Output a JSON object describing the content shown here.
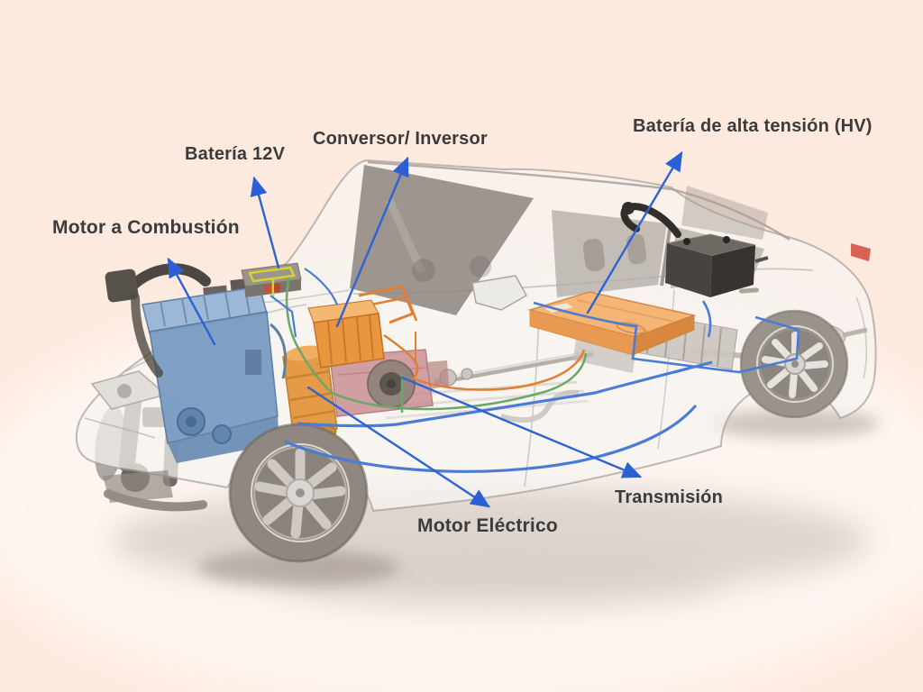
{
  "figure": {
    "type": "hybrid-vehicle-components-diagram",
    "labels": [
      {
        "id": "motor-combustion",
        "text": "Motor a Combustión"
      },
      {
        "id": "bateria-12v",
        "text": "Batería 12V"
      },
      {
        "id": "conversor-inversor",
        "text": "Conversor/ Inversor"
      },
      {
        "id": "bateria-alta-tension",
        "text": "Batería de alta tensión (HV)"
      },
      {
        "id": "transmision",
        "text": "Transmisión"
      },
      {
        "id": "motor-electrico",
        "text": "Motor Eléctrico"
      }
    ],
    "colors": {
      "background": "#fdeadf",
      "arrow": "#2e63d4",
      "label_text": "#3b3b3b",
      "engine_blue": "#7b9cc4",
      "converter_orange": "#e8973f",
      "electric_motor_orange": "#e59a45",
      "transmission_pink": "#c98b90",
      "hv_battery_orange": "#f5b577",
      "rear_battery_dark": "#474340",
      "battery_12v_yellow": "#d8d22e",
      "wire_green": "#69a869",
      "wire_orange": "#e07f35",
      "wire_blue": "#4a7cd6",
      "car_body": "#f7f5f2"
    }
  }
}
